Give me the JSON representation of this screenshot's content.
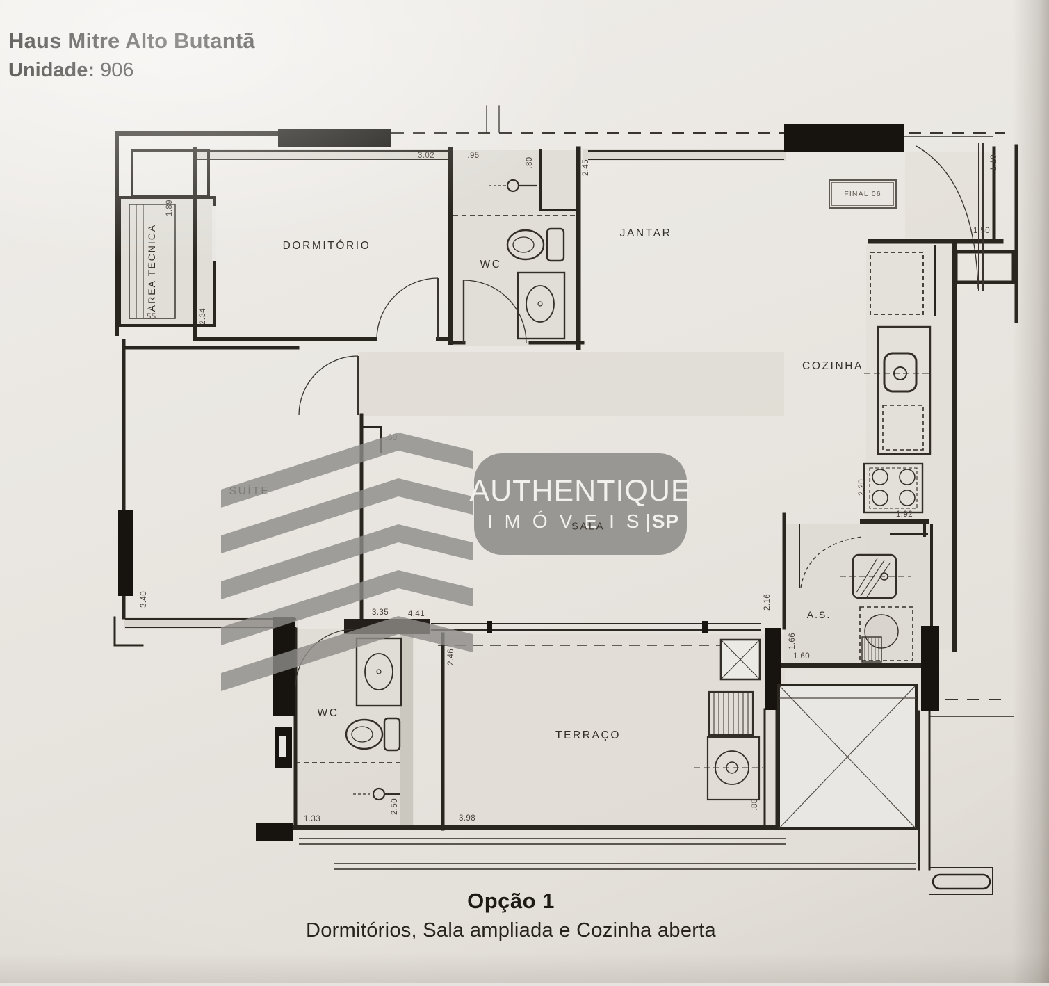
{
  "header": {
    "project": "Haus Mitre Alto Butantã",
    "unit_label": "Unidade:",
    "unit_number": "906"
  },
  "caption": {
    "title": "Opção 1",
    "subtitle": "Dormitórios, Sala ampliada e Cozinha aberta"
  },
  "watermark": {
    "line1": "AUTHENTIQUE",
    "imoveis": "IMÓVEIS",
    "divider": "|",
    "region": "SP"
  },
  "plan": {
    "final_badge": "FINAL 06",
    "rooms": {
      "area_tecnica": "ÁREA TÉCNICA",
      "dormitorio": "DORMITÓRIO",
      "wc_top": "WC",
      "jantar": "JANTAR",
      "cozinha": "COZINHA",
      "suite": "SUÍTE",
      "sala": "SALA",
      "as": "A.S.",
      "wc_bottom": "WC",
      "terraco": "TERRAÇO"
    },
    "dims": {
      "d302": "3.02",
      "d095": ".95",
      "d080": ".80",
      "d245": "2.45",
      "d110": "1.10",
      "d150": "1.50",
      "d189": "1.89",
      "d055": ".55",
      "d234": "2.34",
      "d060": ".60",
      "d340": "3.40",
      "d335": "3.35",
      "d441": "4.41",
      "d216": "2.16",
      "d166": "1.66",
      "d160": "1.60",
      "d192": "1.92",
      "d220": "2.20",
      "d246": "2.46",
      "d398": "3.98",
      "d133": "1.33",
      "d250": "2.50",
      "d088": ".88"
    }
  }
}
